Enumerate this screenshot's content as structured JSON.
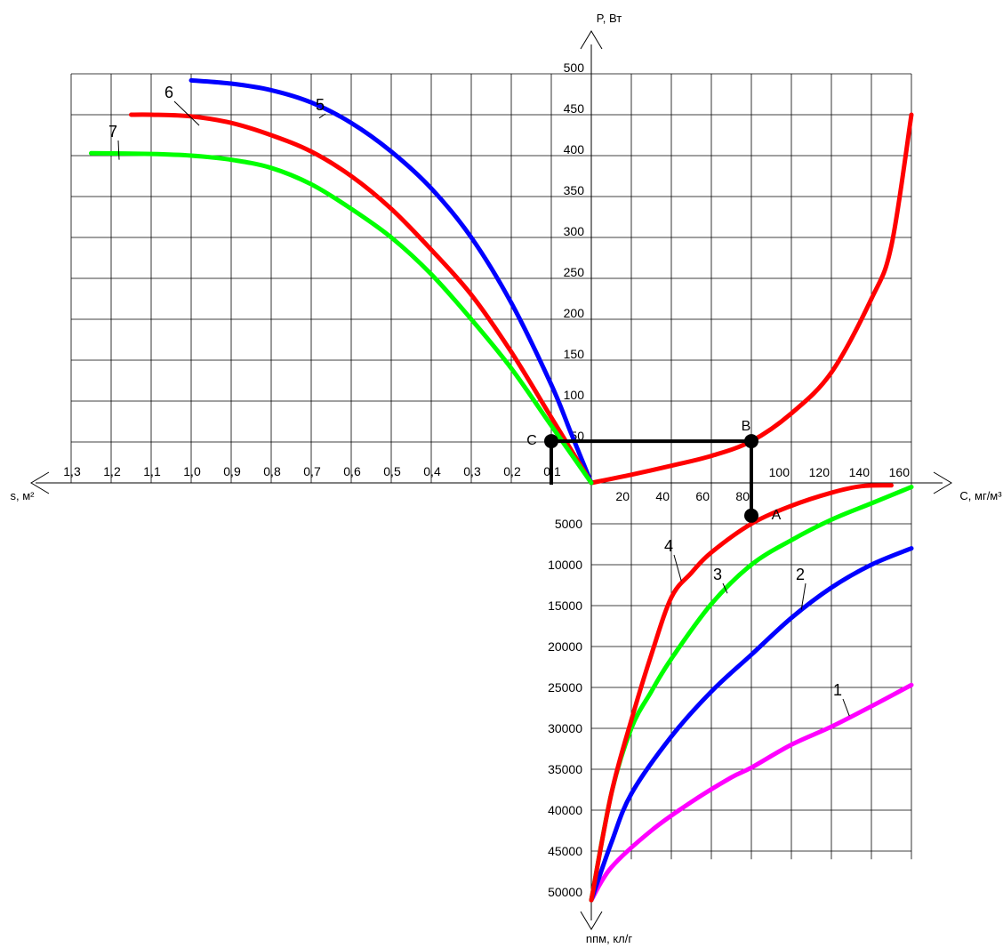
{
  "chart_data": {
    "type": "line",
    "axes": {
      "power": {
        "label": "P, Вт",
        "ticks": [
          50,
          100,
          150,
          200,
          250,
          300,
          350,
          400,
          450,
          500
        ]
      },
      "concentration": {
        "label": "C, мг/м³",
        "ticks": [
          20,
          40,
          60,
          80,
          100,
          120,
          140,
          160
        ]
      },
      "area": {
        "label": "s, м²",
        "ticks": [
          "0,1",
          "0,2",
          "0,3",
          "0,4",
          "0,5",
          "0,6",
          "0,7",
          "0,8",
          "0,9",
          "1,0",
          "1,1",
          "1,2",
          "1,3"
        ]
      },
      "ions": {
        "label": "nпм, кл/г",
        "ticks": [
          5000,
          10000,
          15000,
          20000,
          25000,
          30000,
          35000,
          40000,
          45000,
          50000
        ]
      }
    },
    "series": [
      {
        "name": "1",
        "quadrant": "C-n",
        "color": "#ff00ff",
        "points": [
          [
            0,
            51000
          ],
          [
            10,
            47000
          ],
          [
            30,
            42500
          ],
          [
            50,
            39000
          ],
          [
            70,
            36000
          ],
          [
            80,
            34800
          ],
          [
            100,
            32000
          ],
          [
            120,
            29800
          ],
          [
            140,
            27300
          ],
          [
            160,
            24700
          ]
        ]
      },
      {
        "name": "2",
        "quadrant": "C-n",
        "color": "#0000ff",
        "points": [
          [
            0,
            51000
          ],
          [
            10,
            44000
          ],
          [
            20,
            38000
          ],
          [
            40,
            31000
          ],
          [
            60,
            25500
          ],
          [
            80,
            21000
          ],
          [
            100,
            16500
          ],
          [
            120,
            12800
          ],
          [
            140,
            10000
          ],
          [
            160,
            8000
          ]
        ]
      },
      {
        "name": "3",
        "quadrant": "C-n",
        "color": "#00ff00",
        "points": [
          [
            0,
            51000
          ],
          [
            10,
            38000
          ],
          [
            20,
            30000
          ],
          [
            30,
            25500
          ],
          [
            40,
            21500
          ],
          [
            60,
            14800
          ],
          [
            80,
            10000
          ],
          [
            100,
            7000
          ],
          [
            120,
            4500
          ],
          [
            140,
            2500
          ],
          [
            160,
            500
          ]
        ]
      },
      {
        "name": "4",
        "quadrant": "C-n",
        "color": "#ff0000",
        "points": [
          [
            0,
            51000
          ],
          [
            10,
            38000
          ],
          [
            20,
            29000
          ],
          [
            30,
            21000
          ],
          [
            40,
            14000
          ],
          [
            50,
            11000
          ],
          [
            60,
            8500
          ],
          [
            80,
            5000
          ],
          [
            100,
            2800
          ],
          [
            120,
            1200
          ],
          [
            135,
            400
          ],
          [
            150,
            300
          ]
        ]
      },
      {
        "name": "",
        "quadrant": "C-P",
        "color": "#ff0000",
        "points": [
          [
            0,
            0
          ],
          [
            20,
            10
          ],
          [
            40,
            21
          ],
          [
            60,
            33
          ],
          [
            80,
            51
          ],
          [
            100,
            85
          ],
          [
            120,
            135
          ],
          [
            140,
            225
          ],
          [
            150,
            290
          ],
          [
            160,
            450
          ]
        ]
      },
      {
        "name": "5",
        "quadrant": "s-P",
        "color": "#0000ff",
        "points": [
          [
            0,
            0
          ],
          [
            0.05,
            60
          ],
          [
            0.1,
            120
          ],
          [
            0.2,
            220
          ],
          [
            0.3,
            300
          ],
          [
            0.4,
            360
          ],
          [
            0.5,
            405
          ],
          [
            0.6,
            440
          ],
          [
            0.7,
            465
          ],
          [
            0.8,
            480
          ],
          [
            0.9,
            488
          ],
          [
            1.0,
            492
          ]
        ]
      },
      {
        "name": "6",
        "quadrant": "s-P",
        "color": "#ff0000",
        "points": [
          [
            0,
            0
          ],
          [
            0.1,
            80
          ],
          [
            0.2,
            160
          ],
          [
            0.3,
            230
          ],
          [
            0.4,
            285
          ],
          [
            0.5,
            335
          ],
          [
            0.6,
            375
          ],
          [
            0.7,
            405
          ],
          [
            0.8,
            425
          ],
          [
            0.9,
            440
          ],
          [
            1.0,
            448
          ],
          [
            1.1,
            450
          ],
          [
            1.15,
            450
          ]
        ]
      },
      {
        "name": "7",
        "quadrant": "s-P",
        "color": "#00ff00",
        "points": [
          [
            0,
            0
          ],
          [
            0.1,
            70
          ],
          [
            0.2,
            140
          ],
          [
            0.3,
            200
          ],
          [
            0.4,
            255
          ],
          [
            0.5,
            300
          ],
          [
            0.6,
            335
          ],
          [
            0.7,
            365
          ],
          [
            0.8,
            385
          ],
          [
            0.9,
            395
          ],
          [
            1.0,
            400
          ],
          [
            1.1,
            402
          ],
          [
            1.25,
            403
          ]
        ]
      }
    ],
    "construction": {
      "color": "#000000",
      "points": [
        {
          "label": "A",
          "axis": "C-n",
          "c": 80,
          "n": 4000
        },
        {
          "label": "B",
          "axis": "C-P",
          "c": 80,
          "p": 51
        },
        {
          "label": "C",
          "axis": "s-P",
          "s": 0.1,
          "p": 51
        }
      ]
    },
    "grid": true
  }
}
